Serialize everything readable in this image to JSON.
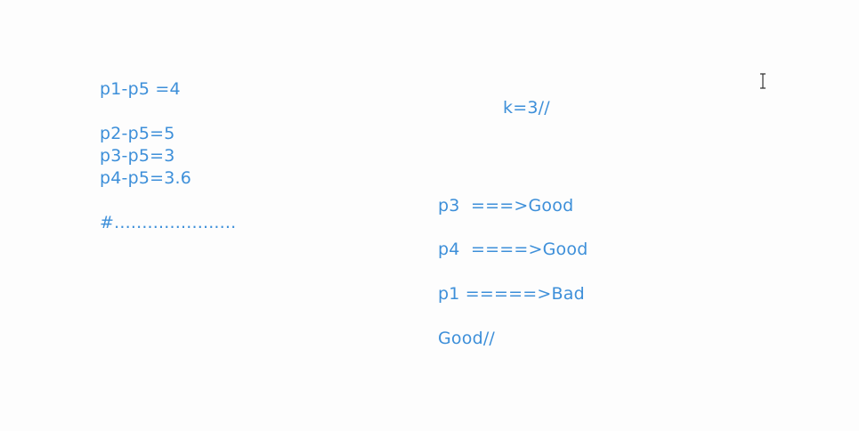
{
  "whiteboard": {
    "left_notes": [
      "p1-p5 =4",
      "p2-p5=5",
      "p3-p5=3",
      "p4-p5=3.6",
      "#......................"
    ],
    "k_note": "k=3//",
    "right_notes": [
      "p3  ===>Good",
      "p4  ====>Good",
      "p1 =====>Bad",
      "Good//"
    ],
    "colors": {
      "text": "#3d8fd9",
      "background": "#fdfdfd"
    },
    "cursor_icon": "text-cursor-icon"
  }
}
